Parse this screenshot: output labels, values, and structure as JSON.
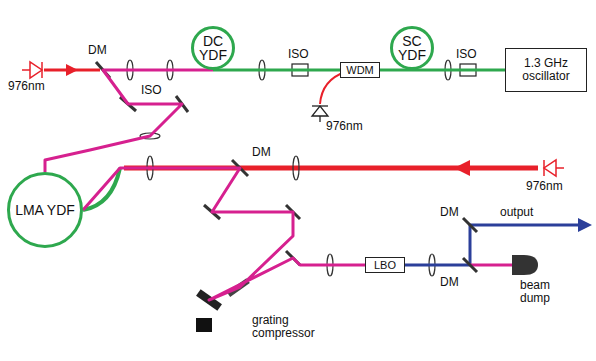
{
  "diagram": {
    "nodes": [
      {
        "text": [
          "DC YDF"
        ]
      },
      {
        "text": [
          "WDM"
        ]
      },
      {
        "text": [
          "SC YDF"
        ]
      },
      {
        "text": [
          "1.3 GHz oscillator"
        ]
      },
      {
        "text": [
          "LMA YDF"
        ]
      },
      {
        "text": [
          "LBO"
        ]
      }
    ],
    "edges": [
      {
        "from": 3,
        "to": 2,
        "arrow": "none"
      },
      {
        "from": 2,
        "to": 1,
        "arrow": "none"
      },
      {
        "from": 1,
        "to": 0,
        "arrow": "none"
      },
      {
        "from": 0,
        "to": 4,
        "arrow": "none"
      },
      {
        "from": 4,
        "to": 5,
        "arrow": "none"
      }
    ],
    "labels": [
      "976nm",
      "976nm",
      "976nm",
      "DM",
      "DM",
      "DM",
      "DM",
      "ISO",
      "ISO",
      "ISO",
      "output",
      "beam dump",
      "grating compressor"
    ]
  }
}
